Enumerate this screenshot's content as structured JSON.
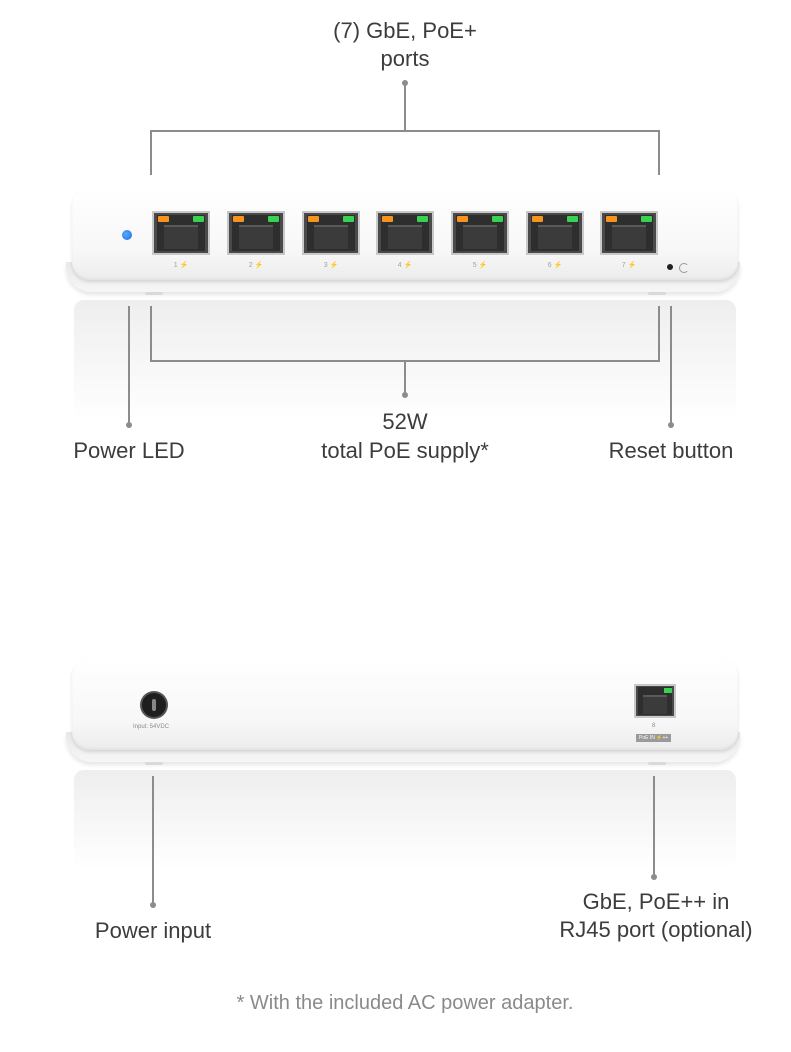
{
  "front": {
    "top_label_line1": "(7) GbE, PoE+",
    "top_label_line2": "ports",
    "power_led_label": "Power LED",
    "poe_supply_line1": "52W",
    "poe_supply_line2": "total PoE supply*",
    "reset_label": "Reset button",
    "ports": [
      {
        "number": "1"
      },
      {
        "number": "2"
      },
      {
        "number": "3"
      },
      {
        "number": "4"
      },
      {
        "number": "5"
      },
      {
        "number": "6"
      },
      {
        "number": "7"
      }
    ],
    "power_led_color": "#1a6fe0",
    "port_led_left_color": "#f7941d",
    "port_led_right_color": "#39d353"
  },
  "rear": {
    "power_input_label": "Power input",
    "power_input_marking": "Input: 54VDC",
    "uplink_label_line1": "GbE, PoE++ in",
    "uplink_label_line2": "RJ45 port (optional)",
    "uplink_port_number": "8",
    "uplink_port_marking": "PoE IN ⚡++"
  },
  "footnote": "* With the included AC power adapter."
}
